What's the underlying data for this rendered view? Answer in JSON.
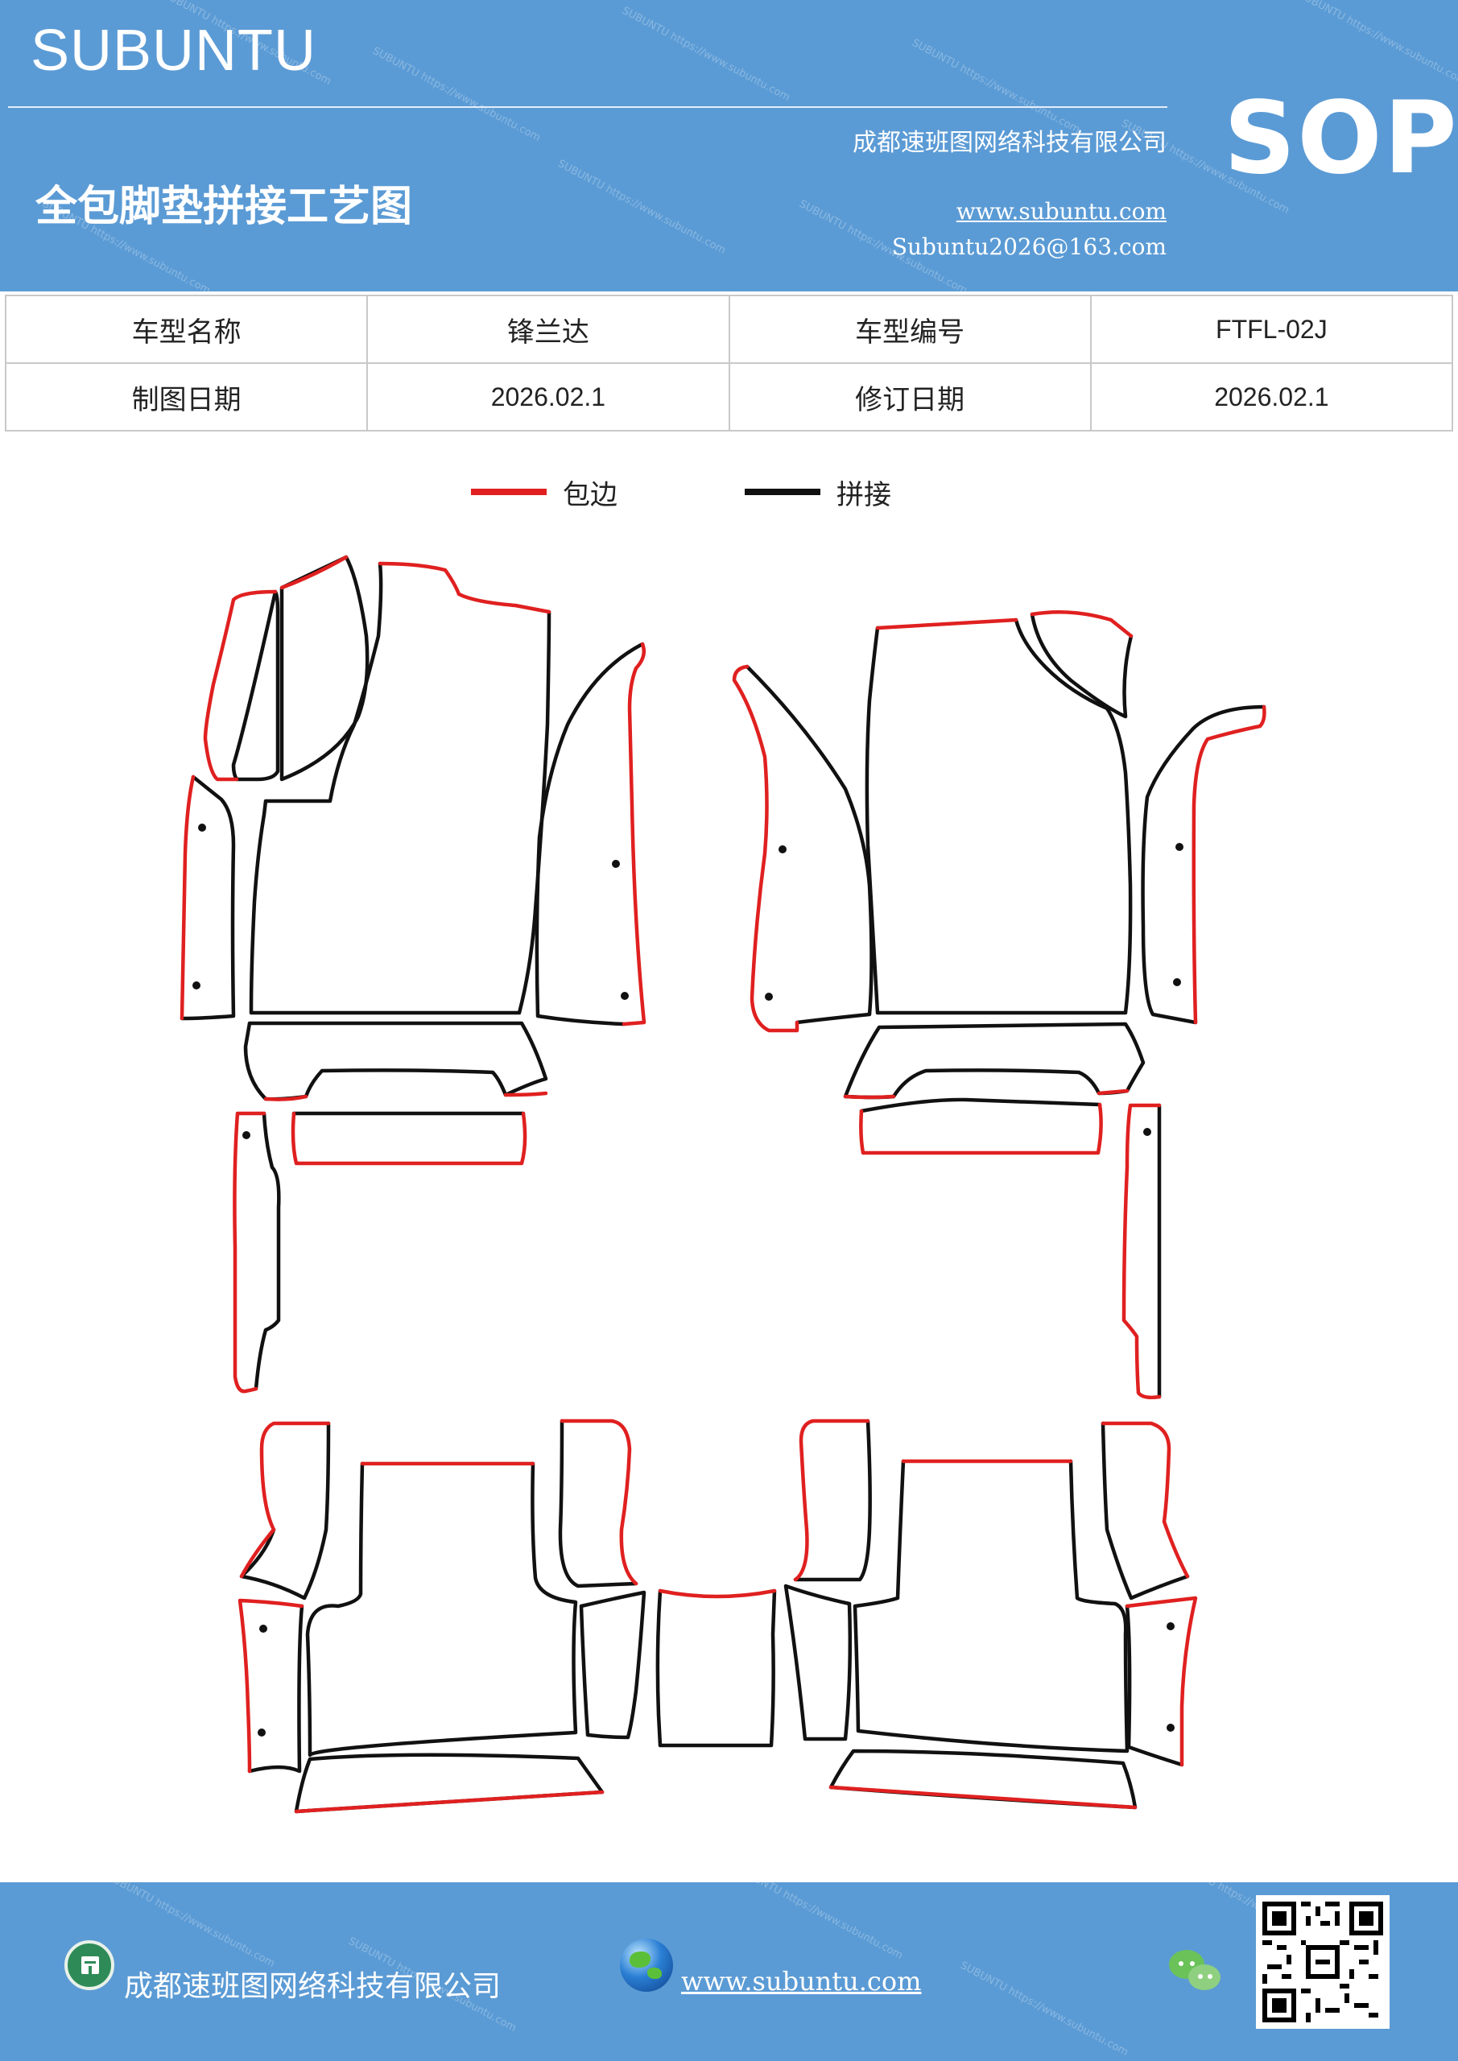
{
  "header": {
    "brand": "SUBUNTU",
    "company": "成都速班图网络科技有限公司",
    "title": "全包脚垫拼接工艺图",
    "website": "www.subuntu.com",
    "email": "Subuntu2026@163.com",
    "badge": "SOP",
    "background_color": "#5b9bd5"
  },
  "info_table": {
    "rows": [
      {
        "label1": "车型名称",
        "value1": "锋兰达",
        "label2": "车型编号",
        "value2": "FTFL-02J"
      },
      {
        "label1": "制图日期",
        "value1": "2026.02.1",
        "label2": "修订日期",
        "value2": "2026.02.1"
      }
    ]
  },
  "legend": {
    "items": [
      {
        "label": "包边",
        "color": "#e02020"
      },
      {
        "label": "拼接",
        "color": "#111111"
      }
    ]
  },
  "footer": {
    "company": "成都速班图网络科技有限公司",
    "website": "www.subuntu.com",
    "icons": [
      "building-icon",
      "globe-icon",
      "wechat-icon",
      "qr-code"
    ]
  }
}
